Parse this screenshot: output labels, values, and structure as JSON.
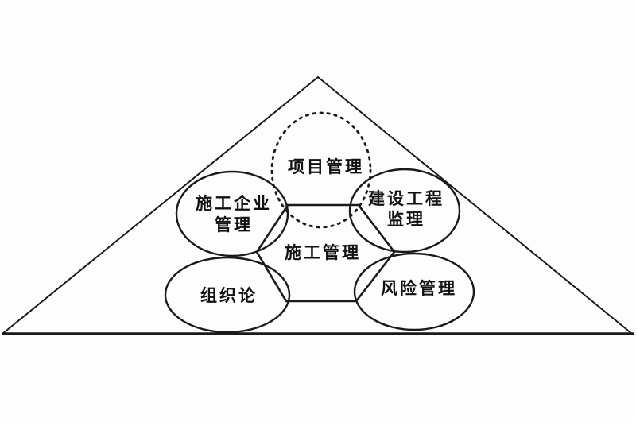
{
  "diagram": {
    "description": "triangle-venn-diagram-of-management-disciplines",
    "nodes": {
      "project_management": {
        "label": "项目管理"
      },
      "construction_enterprise": {
        "line1": "施工企业",
        "line2": "管理"
      },
      "construction_supervision": {
        "line1": "建设工程",
        "line2": "监理"
      },
      "construction_management": {
        "label": "施工管理"
      },
      "organization_theory": {
        "label": "组织论"
      },
      "risk_management": {
        "label": "风险管理"
      }
    },
    "colors": {
      "stroke": "#1a1a1a",
      "background": "#fdfdfd",
      "text": "#111111"
    }
  }
}
